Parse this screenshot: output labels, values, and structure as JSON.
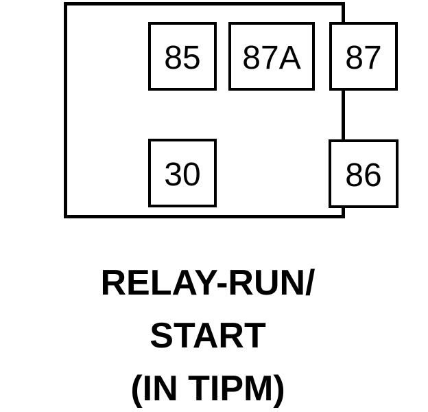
{
  "diagram": {
    "type": "relay-pinout",
    "pins": [
      {
        "id": "85",
        "label": "85"
      },
      {
        "id": "87A",
        "label": "87A"
      },
      {
        "id": "87",
        "label": "87"
      },
      {
        "id": "30",
        "label": "30"
      },
      {
        "id": "86",
        "label": "86"
      }
    ],
    "caption": {
      "line1": "RELAY-RUN/",
      "line2": "START",
      "line3": "(IN TIPM)"
    },
    "colors": {
      "line": "#000000",
      "background": "#ffffff"
    }
  }
}
